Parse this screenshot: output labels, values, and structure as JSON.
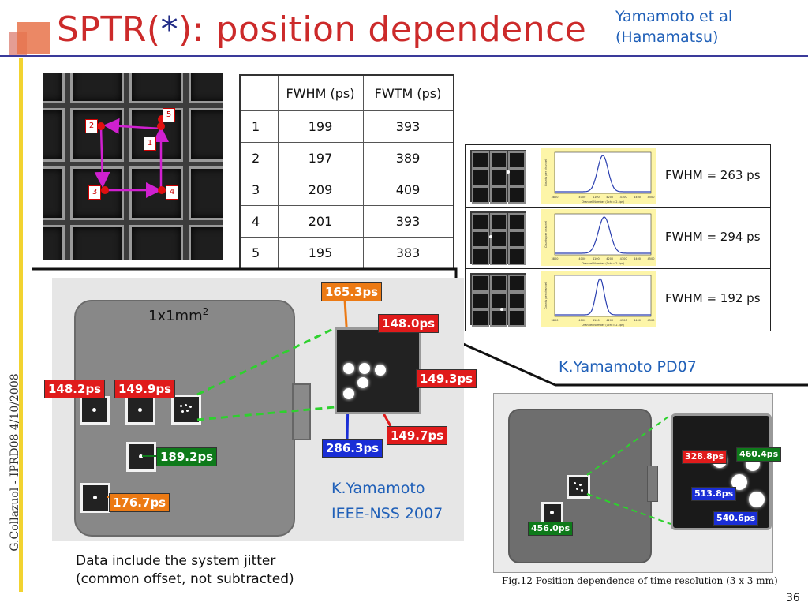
{
  "header": {
    "title_pre": "SPTR(",
    "title_star": "*",
    "title_post": "): position dependence",
    "author_line1": "Yamamoto et al",
    "author_line2": "(Hamamatsu)"
  },
  "side_caption": "G.Collazuol - IPRD08  4/10/2008",
  "pixel_points": [
    "1",
    "2",
    "3",
    "4",
    "5"
  ],
  "table": {
    "headers": [
      "",
      "FWHM (ps)",
      "FWTM (ps)"
    ],
    "rows": [
      [
        "1",
        "199",
        "393"
      ],
      [
        "2",
        "197",
        "389"
      ],
      [
        "3",
        "209",
        "409"
      ],
      [
        "4",
        "201",
        "393"
      ],
      [
        "5",
        "195",
        "383"
      ]
    ]
  },
  "fwhm_rows": [
    {
      "text": "FWHM = 263 ps",
      "peak": 4150,
      "width": 90
    },
    {
      "text": "FWHM = 294 ps",
      "peak": 4160,
      "width": 100
    },
    {
      "text": "FWHM = 192 ps",
      "peak": 4130,
      "width": 70
    }
  ],
  "mini_plot": {
    "ylabel": "Counts per channel",
    "xlabel": "Channel Number (1ch = 2.5ps)",
    "x_ticks": [
      "3800",
      "4000",
      "4100",
      "4200",
      "4300",
      "4400",
      "4500"
    ]
  },
  "detector1": {
    "size_label": "1x1mm",
    "size_sup": "2",
    "badges": {
      "b165": "165.3ps",
      "b148_0": "148.0ps",
      "b149_3": "149.3ps",
      "b149_7": "149.7ps",
      "b286": "286.3ps",
      "b148_2": "148.2ps",
      "b149_9": "149.9ps",
      "b189": "189.2ps",
      "b176": "176.7ps"
    },
    "colors": {
      "red": "#e01b1b",
      "green": "#0e7a1a",
      "orange": "#ec7a14",
      "blue": "#1a2ed6"
    }
  },
  "refs": {
    "pd07": "K.Yamamoto PD07",
    "ieee1": "K.Yamamoto",
    "ieee2": "IEEE-NSS 2007"
  },
  "note": {
    "line1": "Data include the system jitter",
    "line2": "(common offset, not subtracted)"
  },
  "detector2": {
    "badges": {
      "b328": "328.8ps",
      "b460": "460.4ps",
      "b513": "513.8ps",
      "b540": "540.6ps",
      "b456": "456.0ps"
    },
    "caption": "Fig.12 Position dependence of time resolution (3 x 3 mm)"
  },
  "page_number": "36"
}
